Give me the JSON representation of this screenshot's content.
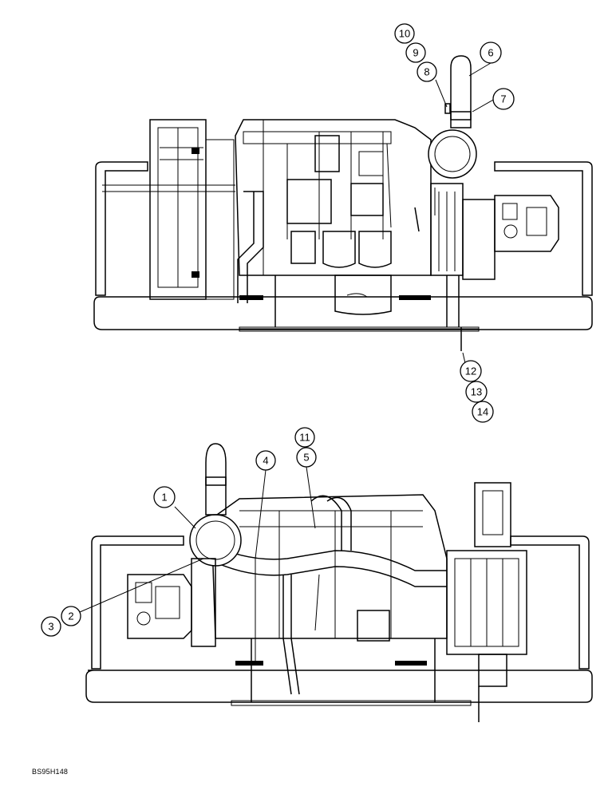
{
  "figure": {
    "code": "BS95H148"
  },
  "callouts": {
    "c1": "1",
    "c2": "2",
    "c3": "3",
    "c4": "4",
    "c5": "5",
    "c6": "6",
    "c7": "7",
    "c8": "8",
    "c9": "9",
    "c10": "10",
    "c11": "11",
    "c12": "12",
    "c13": "13",
    "c14": "14"
  }
}
